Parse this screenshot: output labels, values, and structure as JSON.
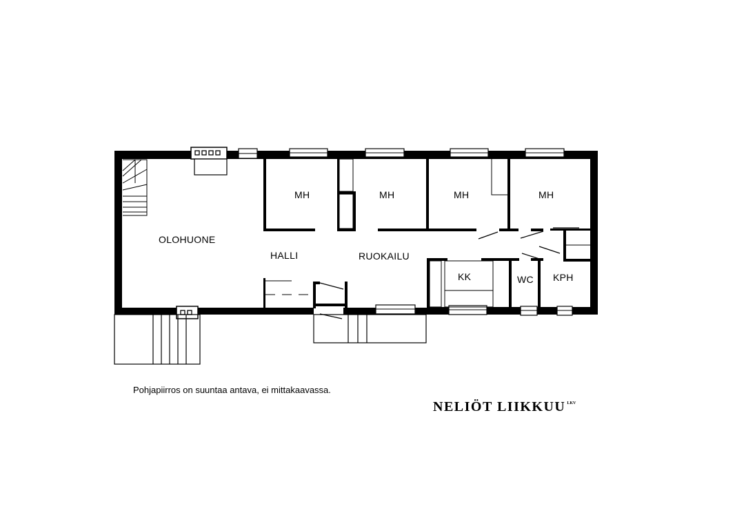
{
  "rooms": {
    "olohuone": "OLOHUONE",
    "halli": "HALLI",
    "ruokailu": "RUOKAILU",
    "mh1": "MH",
    "mh2": "MH",
    "mh3": "MH",
    "mh4": "MH",
    "kk": "KK",
    "wc": "WC",
    "kph": "KPH"
  },
  "disclaimer": "Pohjapiirros on suuntaa antava, ei mittakaavassa.",
  "brand": {
    "name": "NELIÖT LIIKKUU",
    "suffix": "LKV"
  }
}
